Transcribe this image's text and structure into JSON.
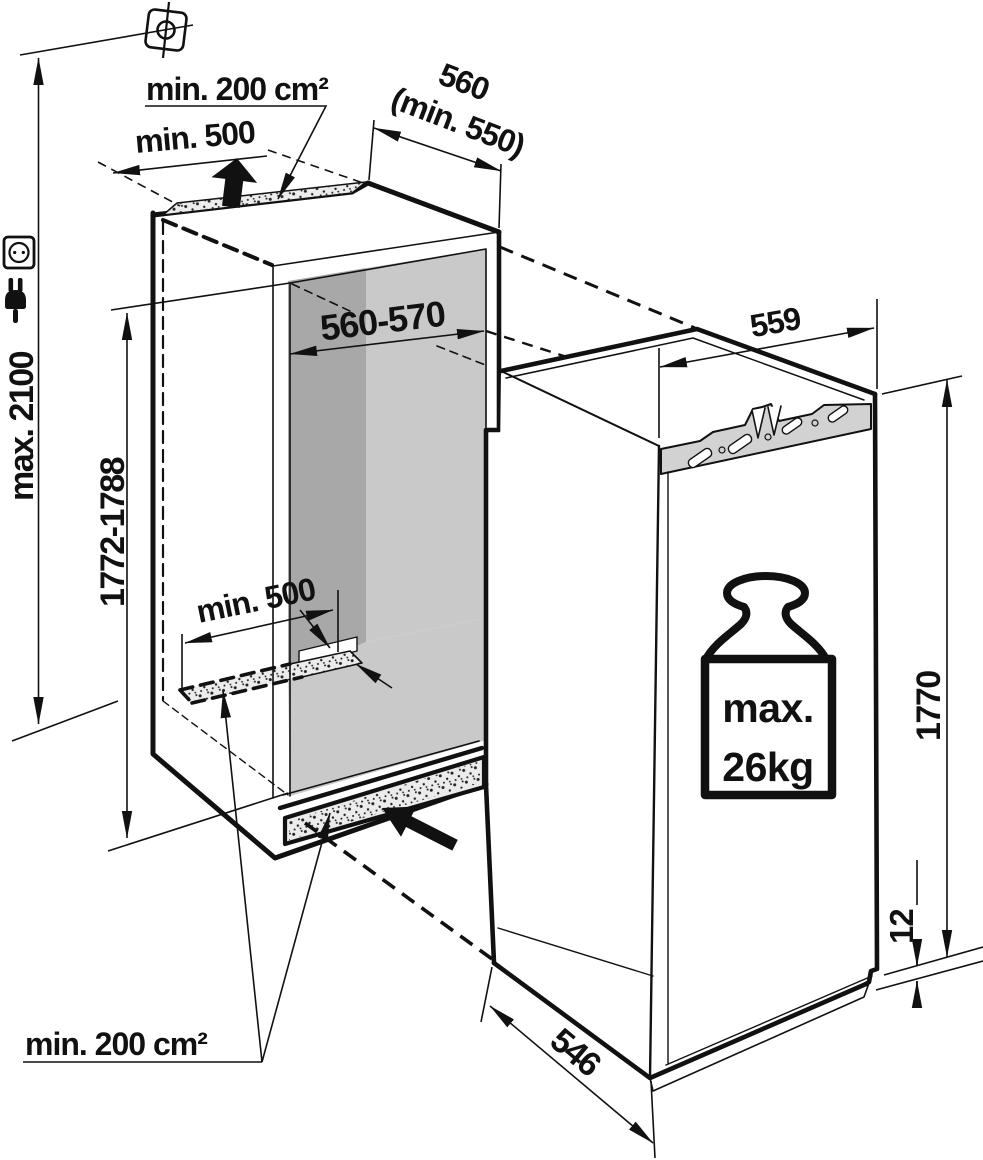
{
  "drawing": {
    "type": "appliance-installation-diagram",
    "subject": "built-in refrigerator niche and appliance with dimensions",
    "labels": {
      "vent_area_top": "min. 200 cm²",
      "vent_width_top": "min. 500",
      "niche_depth": "560",
      "niche_depth_min": "(min. 550)",
      "niche_width": "560-570",
      "niche_height": "1772-1788",
      "ceiling_height": "max. 2100",
      "vent_width_bottom": "min. 500",
      "appliance_width": "559",
      "appliance_height": "1770",
      "door_weight_line1": "max.",
      "door_weight_line2": "26kg",
      "plinth_step": "12",
      "appliance_depth": "546",
      "vent_area_bottom": "min. 200 cm²"
    },
    "icons": [
      "ceiling-reference-crosshair",
      "power-socket",
      "power-plug",
      "airflow-up-arrow",
      "airflow-plinth-arrow",
      "max-door-panel-weight"
    ],
    "colors": {
      "line": "#111111",
      "wall_shadow_gray": "#a8a8a8",
      "wall_light_gray": "#c9c9c9",
      "vent_strip_gray": "#ececec",
      "bracket_gray": "#d2d2d2",
      "background": "#ffffff"
    }
  }
}
